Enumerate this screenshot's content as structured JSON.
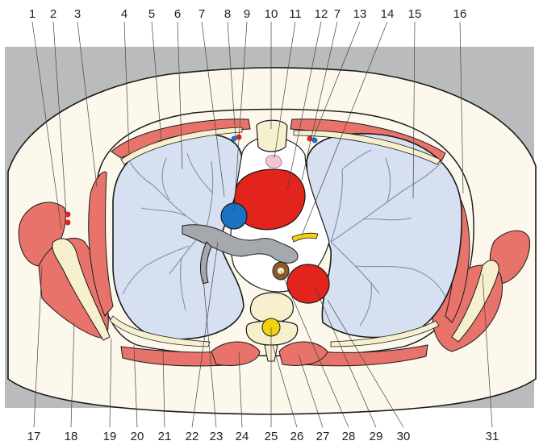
{
  "labels_top": [
    "1",
    "2",
    "3",
    "4",
    "5",
    "6",
    "7",
    "8",
    "9",
    "10",
    "11",
    "12",
    "7",
    "13",
    "14",
    "15",
    "16"
  ],
  "labels_bottom": [
    "17",
    "18",
    "19",
    "20",
    "21",
    "22",
    "23",
    "24",
    "25",
    "26",
    "27",
    "28",
    "29",
    "30",
    "31"
  ],
  "colors": {
    "background": "#ffffff",
    "surround": "#b9bbbd",
    "skin": "#fdf8ec",
    "muscle": "#e7736b",
    "lung": "#d6e0f0",
    "mediastinum": "#ffffff",
    "artery": "#e2241c",
    "vein": "#1a73c2",
    "vessel_gray": "#a5a8ac",
    "bone": "#f7f0cf",
    "spinal_cord": "#f4d10e",
    "bronchi": "#7f8fa8",
    "outline": "#1a1a1a"
  }
}
